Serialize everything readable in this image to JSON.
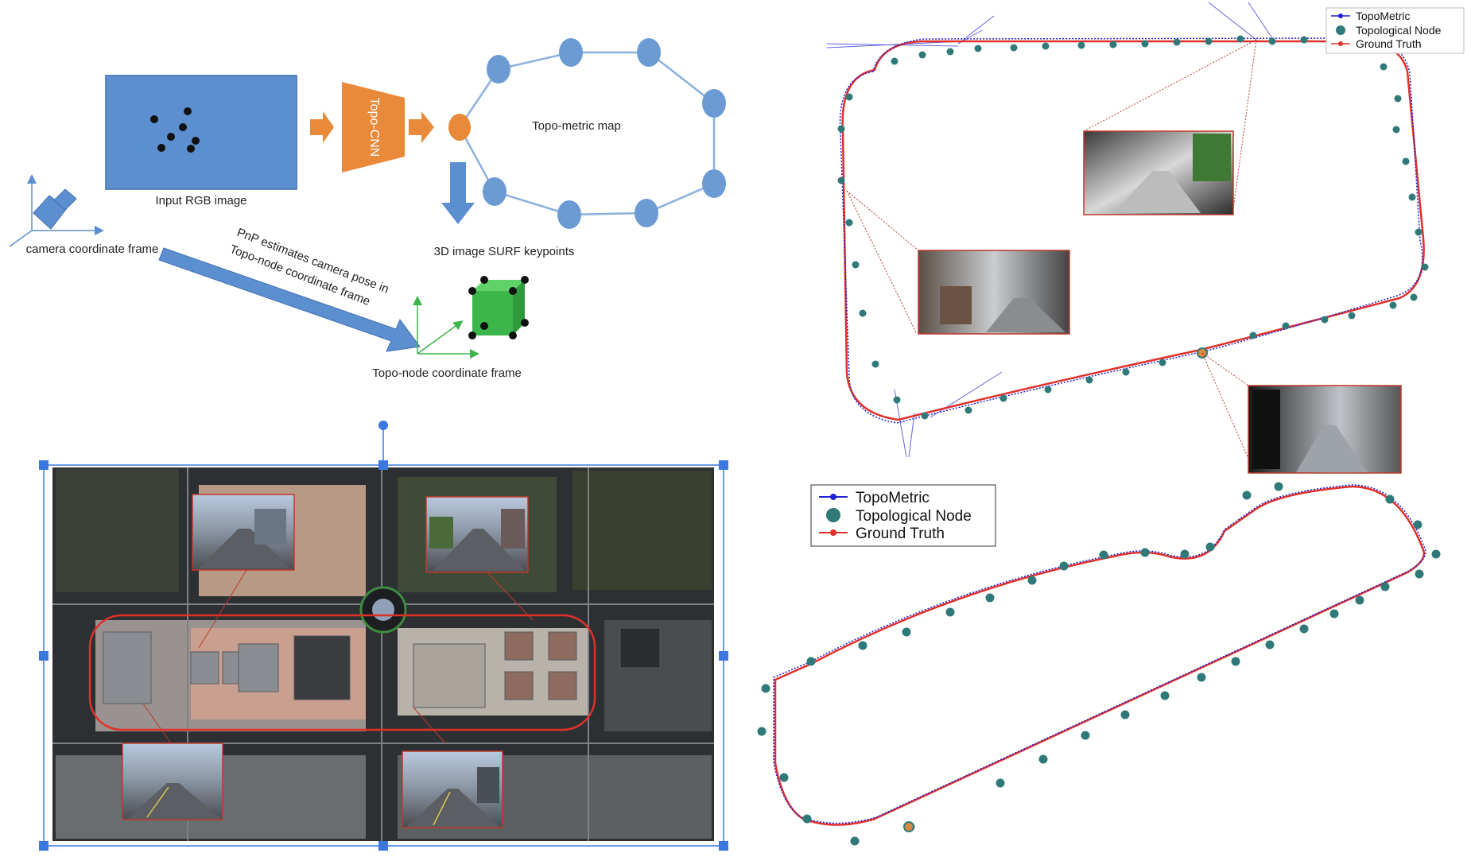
{
  "diagram": {
    "input_label": "Input RGB image",
    "cnn_label": "Topo-CNN",
    "map_label": "Topo-metric map",
    "surf_label": "3D image SURF keypoints",
    "camera_label": "camera coordinate frame",
    "pnp_line1": "PnP estimates camera pose in",
    "pnp_line2": "Topo-node coordinate frame",
    "topo_frame_label": "Topo-node coordinate frame",
    "colors": {
      "box": "#5b8fd0",
      "cnn": "#e98a3a",
      "node": "#6b9bd2",
      "cube": "#3cb54a"
    }
  },
  "legends": {
    "indoor": {
      "topometric": "TopoMetric",
      "node": "Topological Node",
      "gt": "Ground Truth"
    },
    "outdoor": {
      "topometric": "TopoMetric",
      "node": "Topological Node",
      "gt": "Ground Truth"
    }
  },
  "colors": {
    "topometric": "#1f1fd6",
    "node": "#2f7a78",
    "gt": "#e0302a",
    "inset_border": "#c0392b",
    "selection": "#3a78e0"
  }
}
